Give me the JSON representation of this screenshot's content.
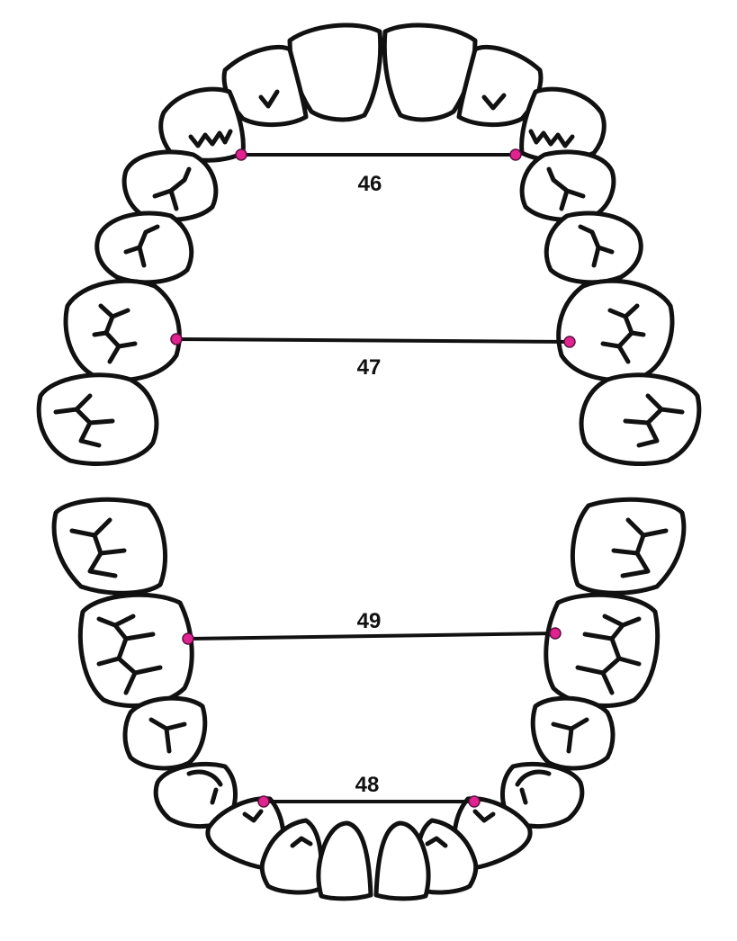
{
  "diagram": {
    "colors": {
      "outline": "#111111",
      "point": "#e0238f",
      "background": "#ffffff"
    },
    "measurements": [
      {
        "id": "upper-anterior",
        "label": "46"
      },
      {
        "id": "upper-molar",
        "label": "47"
      },
      {
        "id": "lower-molar",
        "label": "49"
      },
      {
        "id": "lower-anterior",
        "label": "48"
      }
    ]
  }
}
